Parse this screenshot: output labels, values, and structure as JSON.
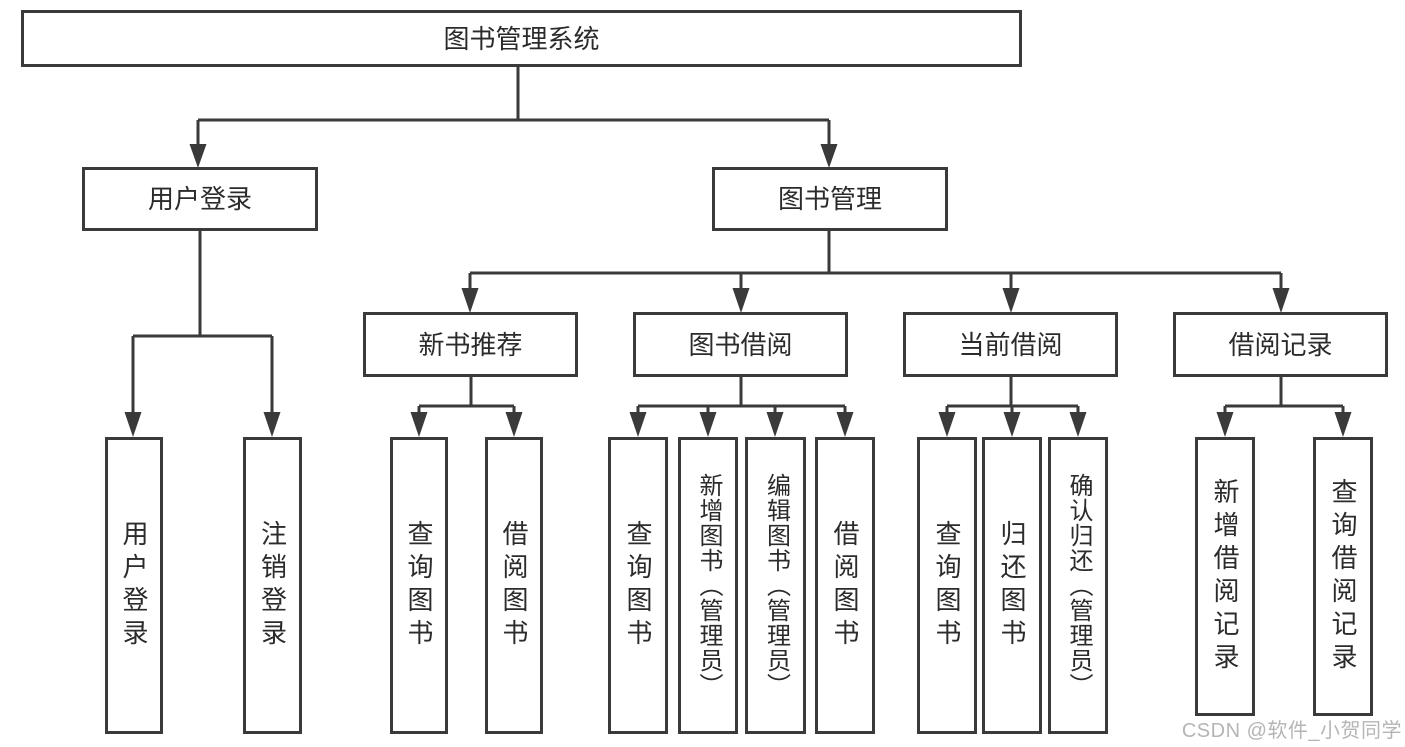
{
  "diagram_type": "hierarchy-structure-chart",
  "colors": {
    "line": "#3a3a3a",
    "box_border": "#3a3a3a",
    "box_background": "#ffffff",
    "text": "#2b2b2b",
    "watermark": "#b5b5b5",
    "page_background": "#ffffff"
  },
  "tree": {
    "root": {
      "label": "图书管理系统"
    },
    "branches": [
      {
        "label": "用户登录",
        "children": [
          {
            "label": "用户登录"
          },
          {
            "label": "注销登录"
          }
        ]
      },
      {
        "label": "图书管理",
        "children": [
          {
            "label": "新书推荐",
            "children": [
              {
                "label": "查询图书"
              },
              {
                "label": "借阅图书"
              }
            ]
          },
          {
            "label": "图书借阅",
            "children": [
              {
                "label": "查询图书"
              },
              {
                "label": "新增图书（管理员）"
              },
              {
                "label": "编辑图书（管理员）"
              },
              {
                "label": "借阅图书"
              }
            ]
          },
          {
            "label": "当前借阅",
            "children": [
              {
                "label": "查询图书"
              },
              {
                "label": "归还图书"
              },
              {
                "label": "确认归还（管理员）"
              }
            ]
          },
          {
            "label": "借阅记录",
            "children": [
              {
                "label": "新增借阅记录"
              },
              {
                "label": "查询借阅记录"
              }
            ]
          }
        ]
      }
    ]
  },
  "watermark": {
    "text": "CSDN @软件_小贺同学"
  }
}
